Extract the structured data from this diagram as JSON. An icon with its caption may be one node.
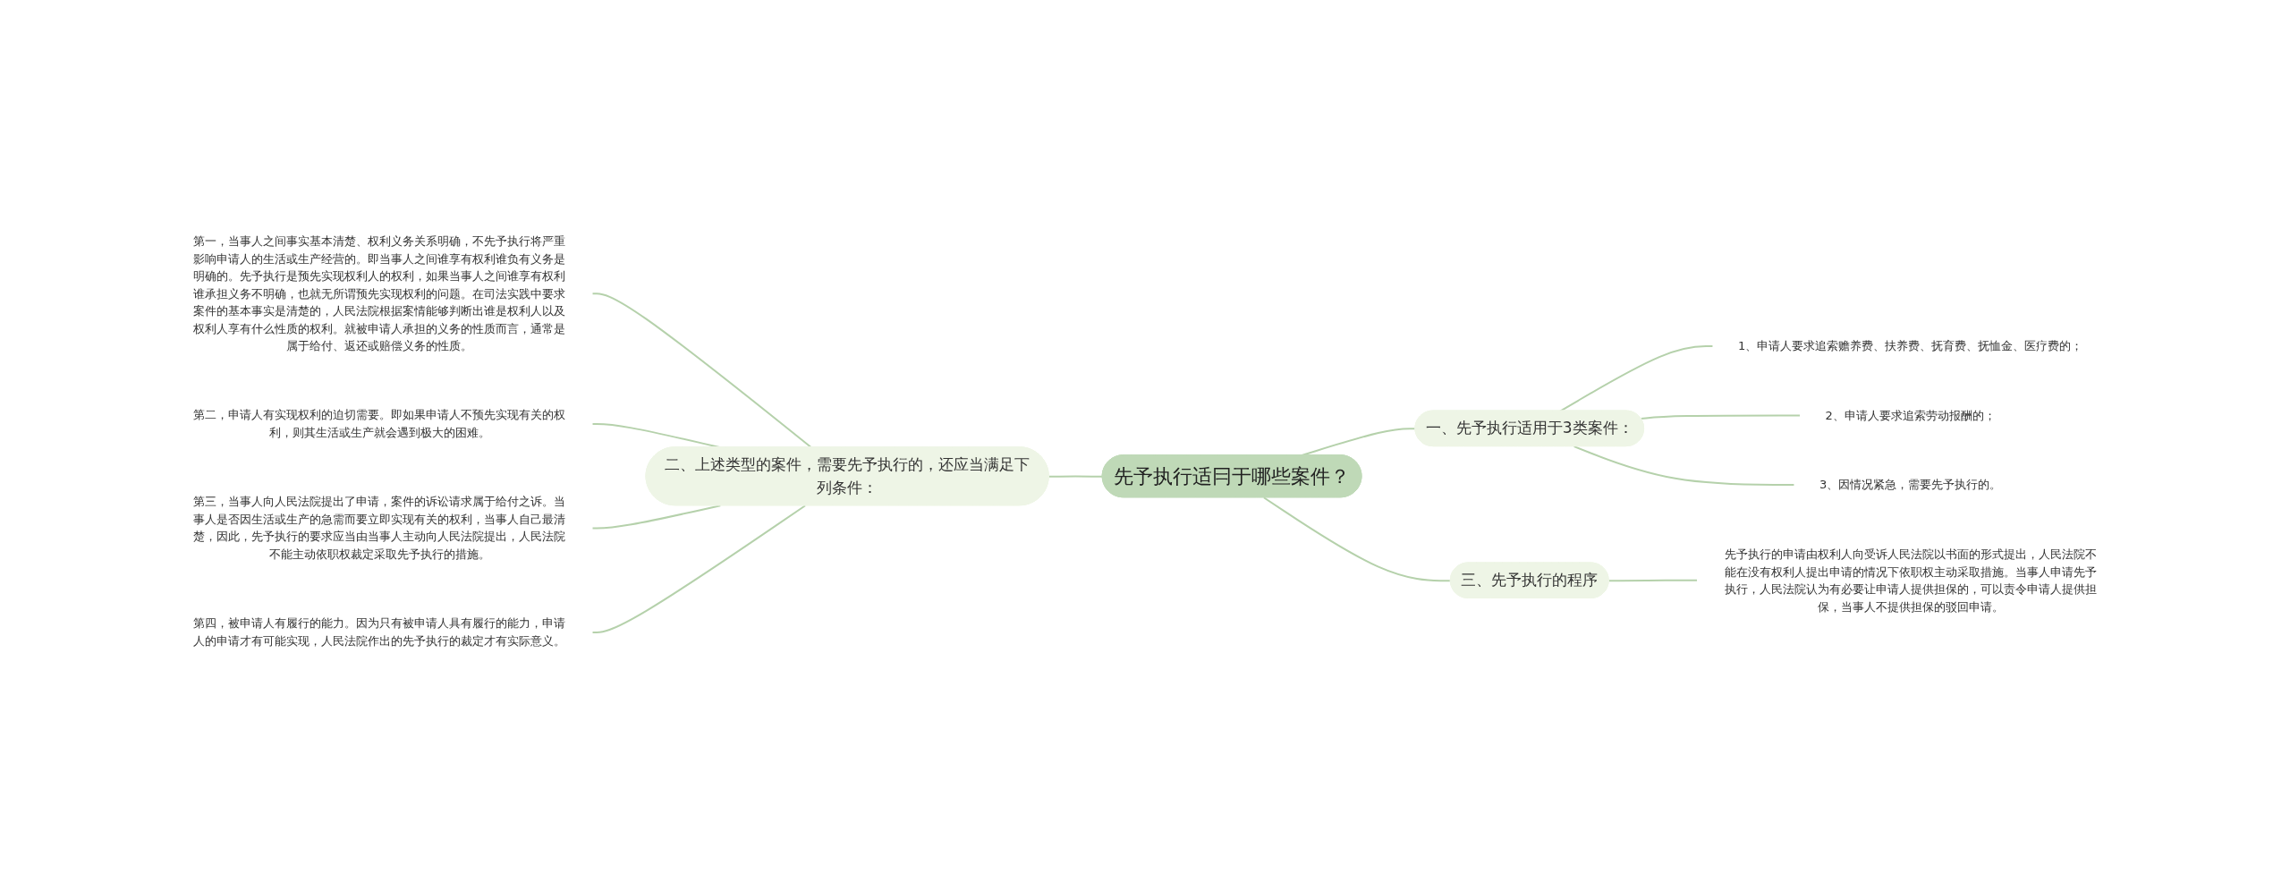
{
  "diagram": {
    "nodes": [
      {
        "text": [
          "先予执行适冃于哪些案件？"
        ]
      },
      {
        "text": [
          "一、先予执行适用于3类案件："
        ]
      },
      {
        "text": [
          "1、申请人要求追索赡养费、扶养费、抚育费、抚恤金、医疗费的；"
        ]
      },
      {
        "text": [
          "2、申请人要求追索劳动报酬的；"
        ]
      },
      {
        "text": [
          "3、因情况紧急，需要先予执行的。"
        ]
      },
      {
        "text": [
          "二、上述类型的案件，需要先予执行的，还应当满足下列条件："
        ]
      },
      {
        "text": [
          "第一，当事人之间事实基本清楚、权利义务关系明确，不先予执行将严重影响申请人的生活或生产经营的。即当事人之间谁享有权利谁负有义务是明确的。先予执行是预先实现权利人的权利，如果当事人之间谁享有权利谁承担义务不明确，也就无所谓预先实现权利的问题。在司法实践中要求案件的基本事实是清楚的，人民法院根据案情能够判断出谁是权利人以及权利人享有什么性质的权利。就被申请人承担的义务的性质而言，通常是属于给付、返还或赔偿义务的性质。"
        ]
      },
      {
        "text": [
          "第二，申请人有实现权利的迫切需要。即如果申请人不预先实现有关的权利，则其生活或生产就会遇到极大的困难。"
        ]
      },
      {
        "text": [
          "第三，当事人向人民法院提出了申请，案件的诉讼请求属于给付之诉。当事人是否因生活或生产的急需而要立即实现有关的权利，当事人自己最清楚，因此，先予执行的要求应当由当事人主动向人民法院提出，人民法院不能主动依职权裁定采取先予执行的措施。"
        ]
      },
      {
        "text": [
          "第四，被申请人有履行的能力。因为只有被申请人具有履行的能力，申请人的申请才有可能实现，人民法院作出的先予执行的裁定才有实际意义。"
        ]
      },
      {
        "text": [
          "三、先予执行的程序"
        ]
      },
      {
        "text": [
          "先予执行的申请由权利人向受诉人民法院以书面的形式提出，人民法院不能在没有权利人提出申请的情况下依职权主动采取措施。当事人申请先予执行，人民法院认为有必要让申请人提供担保的，可以责令申请人提供担保，当事人不提供担保的驳回申请。"
        ]
      }
    ],
    "edges": [
      {
        "from": 0,
        "to": 1,
        "arrow": "none"
      },
      {
        "from": 1,
        "to": 2,
        "arrow": "none"
      },
      {
        "from": 1,
        "to": 3,
        "arrow": "none"
      },
      {
        "from": 1,
        "to": 4,
        "arrow": "none"
      },
      {
        "from": 0,
        "to": 5,
        "arrow": "none"
      },
      {
        "from": 5,
        "to": 6,
        "arrow": "none"
      },
      {
        "from": 5,
        "to": 7,
        "arrow": "none"
      },
      {
        "from": 5,
        "to": 8,
        "arrow": "none"
      },
      {
        "from": 5,
        "to": 9,
        "arrow": "none"
      },
      {
        "from": 0,
        "to": 10,
        "arrow": "none"
      },
      {
        "from": 10,
        "to": 11,
        "arrow": "none"
      }
    ]
  }
}
